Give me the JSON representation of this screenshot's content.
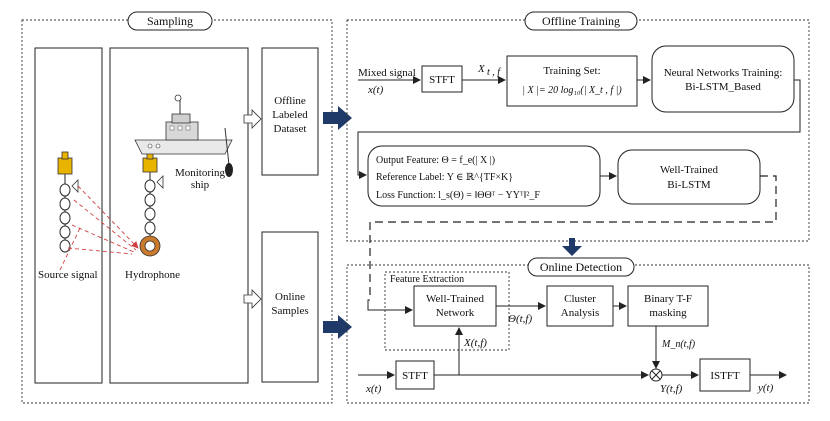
{
  "sections": {
    "sampling": "Sampling",
    "offline_training": "Offline Training",
    "online_detection": "Online Detection",
    "feature_extraction": "Feature Extraction"
  },
  "sampling": {
    "monitoring_ship": [
      "Monitoring",
      "ship"
    ],
    "source_signal": "Source signal",
    "hydrophone": "Hydrophone",
    "offline_dataset": [
      "Offline",
      "Labeled",
      "Dataset"
    ],
    "online_samples": [
      "Online",
      "Samples"
    ]
  },
  "offline": {
    "mixed_signal": "Mixed signal",
    "x_t": "x(t)",
    "stft": "STFT",
    "x_tf_label": "X",
    "x_tf_sub": "t , f",
    "training_set_title": "Training Set:",
    "training_set_formula": "| X |= 20 log₁₀(| X_t , f |)",
    "nn_training": [
      "Neural Networks Training:",
      "Bi-LSTM_Based"
    ],
    "output_feature": "Output Feature:   Θ = f_e(| X |)",
    "reference_label": "Reference Label:  Y ∈ ℝ^{TF×K}",
    "loss_function": "Loss Function:    l_s(Θ) = ‖ΘΘᵀ − YYᵀ‖²_F",
    "well_trained": [
      "Well-Trained",
      "Bi-LSTM"
    ]
  },
  "online": {
    "well_trained_network": [
      "Well-Trained",
      "Network"
    ],
    "theta_tf": "Θ(t,f)",
    "cluster_analysis": [
      "Cluster",
      "Analysis"
    ],
    "binary_mask": [
      "Binary T-F",
      "masking"
    ],
    "x_t": "x(t)",
    "stft": "STFT",
    "x_tf": "X(t,f)",
    "m_tf": "M_n(t,f)",
    "y_tf": "Y(t,f)",
    "istft": "ISTFT",
    "y_t": "y(t)"
  },
  "colors": {
    "accent_arrow": "#1f3a68",
    "buoy_yellow": "#e8b400",
    "hydrophone_fill": "#c97a2a",
    "signal_dash": "#d04040"
  }
}
